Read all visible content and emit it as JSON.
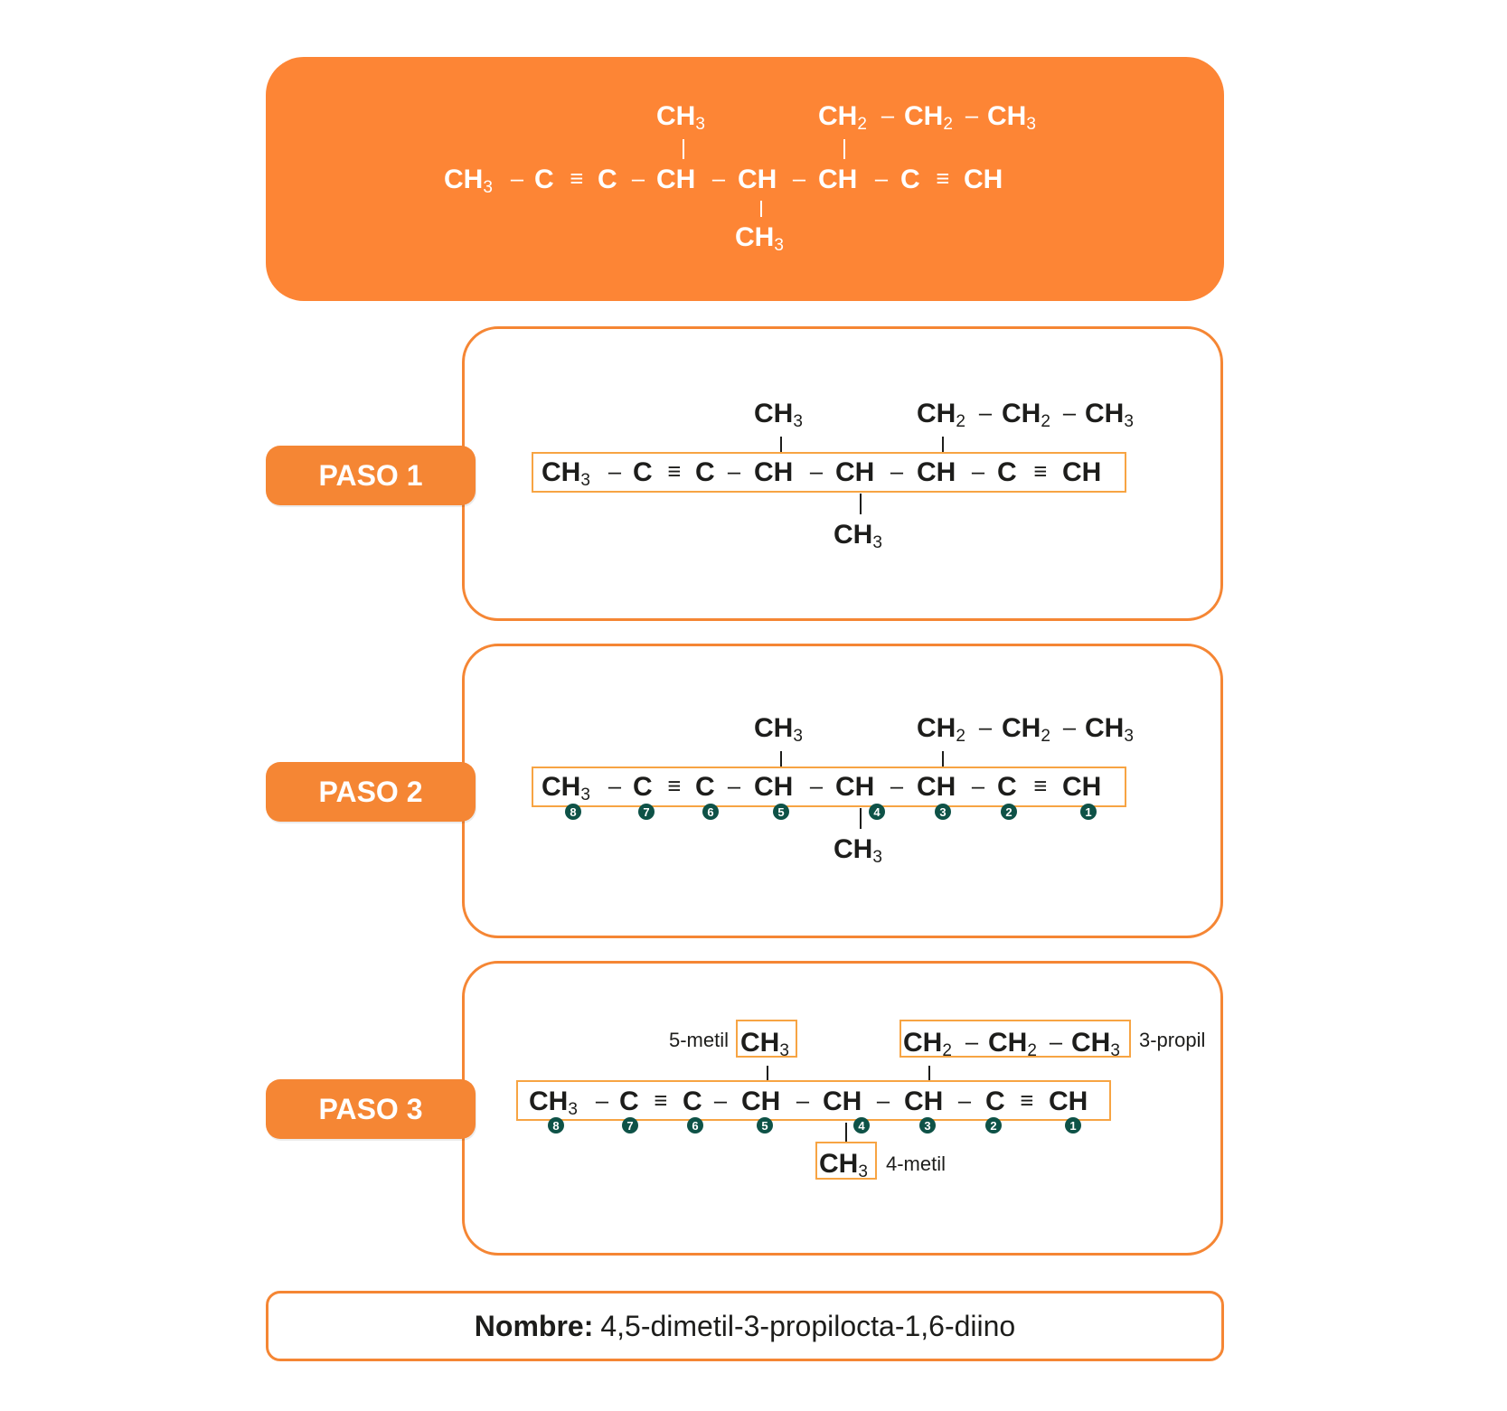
{
  "colors": {
    "accent": "#fd8535",
    "box_border": "#f58634",
    "text": "#1d1d1b",
    "locant_circle": "#0e5247"
  },
  "molecule": {
    "chain": [
      "CH3",
      "C",
      "C",
      "CH",
      "CH",
      "CH",
      "C",
      "CH"
    ],
    "bonds": [
      "–",
      "≡",
      "–",
      "–",
      "–",
      "–",
      "≡"
    ],
    "substituent_top_5": "CH3",
    "substituent_top_3": [
      "CH2",
      "CH2",
      "CH3"
    ],
    "substituent_bottom_4": "CH3"
  },
  "steps": [
    {
      "label": "PASO 1"
    },
    {
      "label": "PASO 2"
    },
    {
      "label": "PASO 3"
    }
  ],
  "locants": [
    "8",
    "7",
    "6",
    "5",
    "4",
    "3",
    "2",
    "1"
  ],
  "substituent_labels": {
    "methyl_5": "5-metil",
    "propyl_3": "3-propil",
    "methyl_4": "4-metil"
  },
  "name": {
    "label": "Nombre:",
    "value": "4,5-dimetil-3-propilocta-1,6-diino"
  }
}
